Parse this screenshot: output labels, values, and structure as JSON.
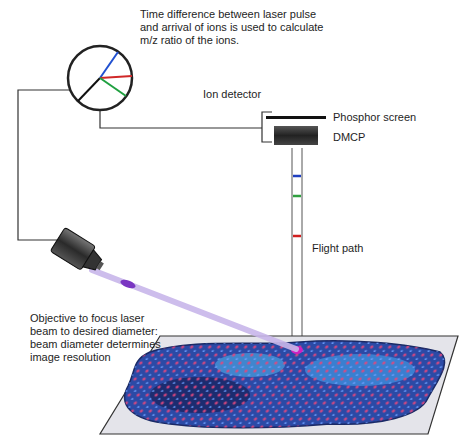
{
  "diagram": {
    "labels": [
      "Time difference between laser pulse and arrival of ions is used to calculate m/z ratio of the ions.",
      "Ion detector",
      "Phosphor screen",
      "DMCP",
      "Flight path",
      "Objective to focus laser beam to desired diameter: beam diameter determines image resolution"
    ]
  }
}
